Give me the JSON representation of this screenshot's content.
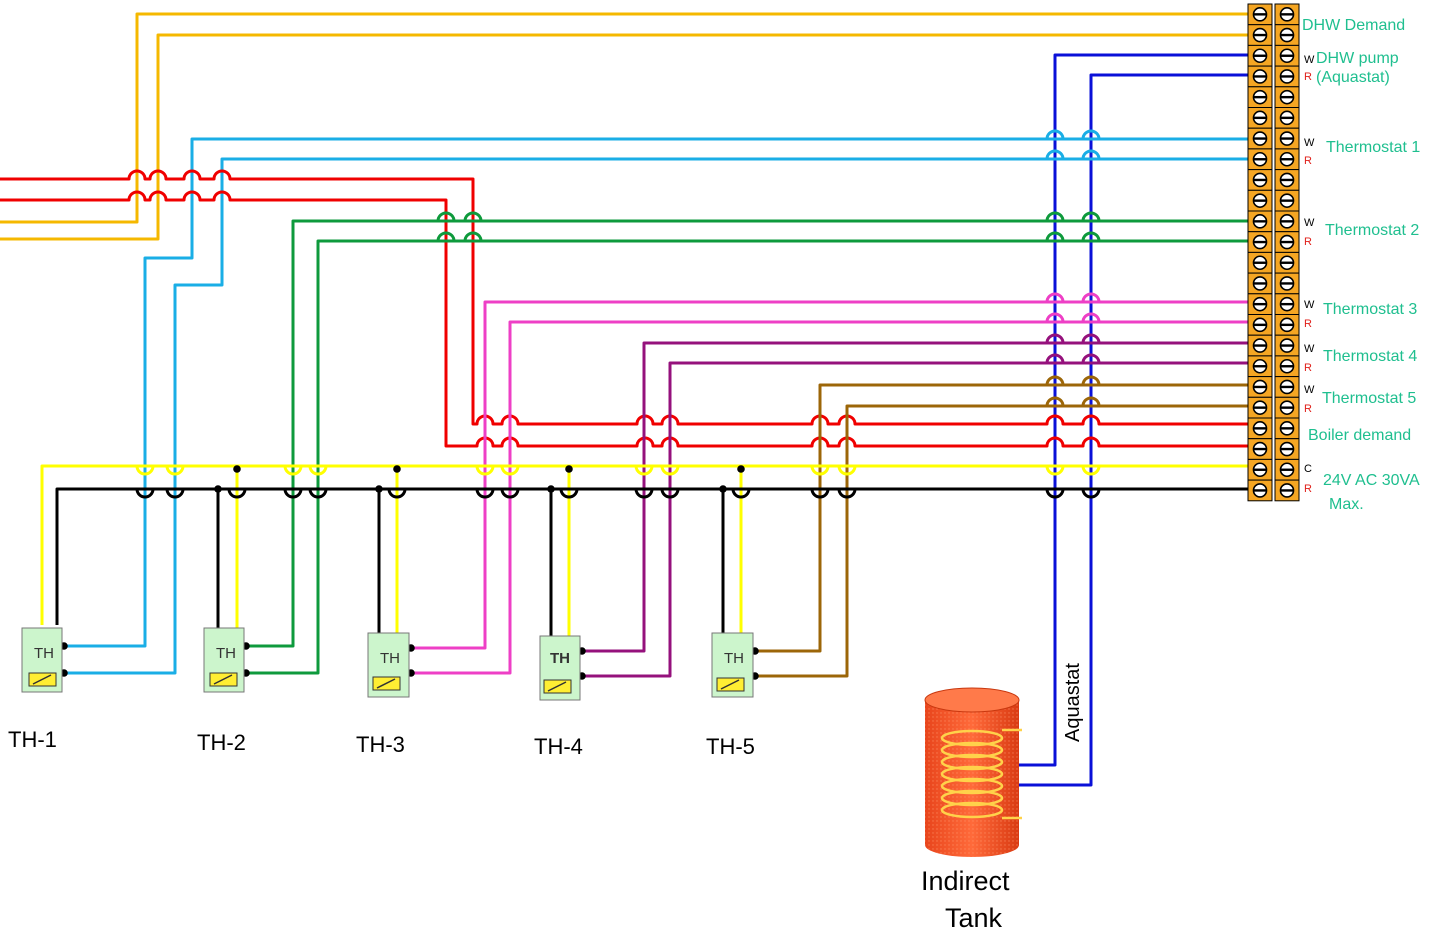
{
  "colors": {
    "orange": "#f5b800",
    "blue": "#0a10d8",
    "cyan": "#1aaee6",
    "red": "#f00000",
    "green": "#0e9a3c",
    "pink": "#ee3fc6",
    "purple": "#95117c",
    "brown": "#9c6608",
    "yellow": "#ffff00",
    "black": "#000000",
    "label": "#1fbf8f",
    "terminal": "#f5a623"
  },
  "terminal_labels": {
    "dhw_demand": "DHW Demand",
    "dhw_pump": "DHW pump",
    "aquastat_paren": "(Aquastat)",
    "thermostat_1": "Thermostat 1",
    "thermostat_2": "Thermostat 2",
    "thermostat_3": "Thermostat 3",
    "thermostat_4": "Thermostat 4",
    "thermostat_5": "Thermostat 5",
    "boiler_demand": "Boiler demand",
    "power": "24V AC 30VA",
    "power_max": "Max."
  },
  "wire_markers": {
    "w": "W",
    "r": "R",
    "c": "C"
  },
  "thermostats": [
    {
      "box_label": "TH",
      "name": "TH-1"
    },
    {
      "box_label": "TH",
      "name": "TH-2"
    },
    {
      "box_label": "TH",
      "name": "TH-3"
    },
    {
      "box_label": "TH",
      "name": "TH-4"
    },
    {
      "box_label": "TH",
      "name": "TH-5"
    }
  ],
  "tank": {
    "line1": "Indirect",
    "line2": "Tank",
    "aquastat_label": "Aquastat"
  }
}
